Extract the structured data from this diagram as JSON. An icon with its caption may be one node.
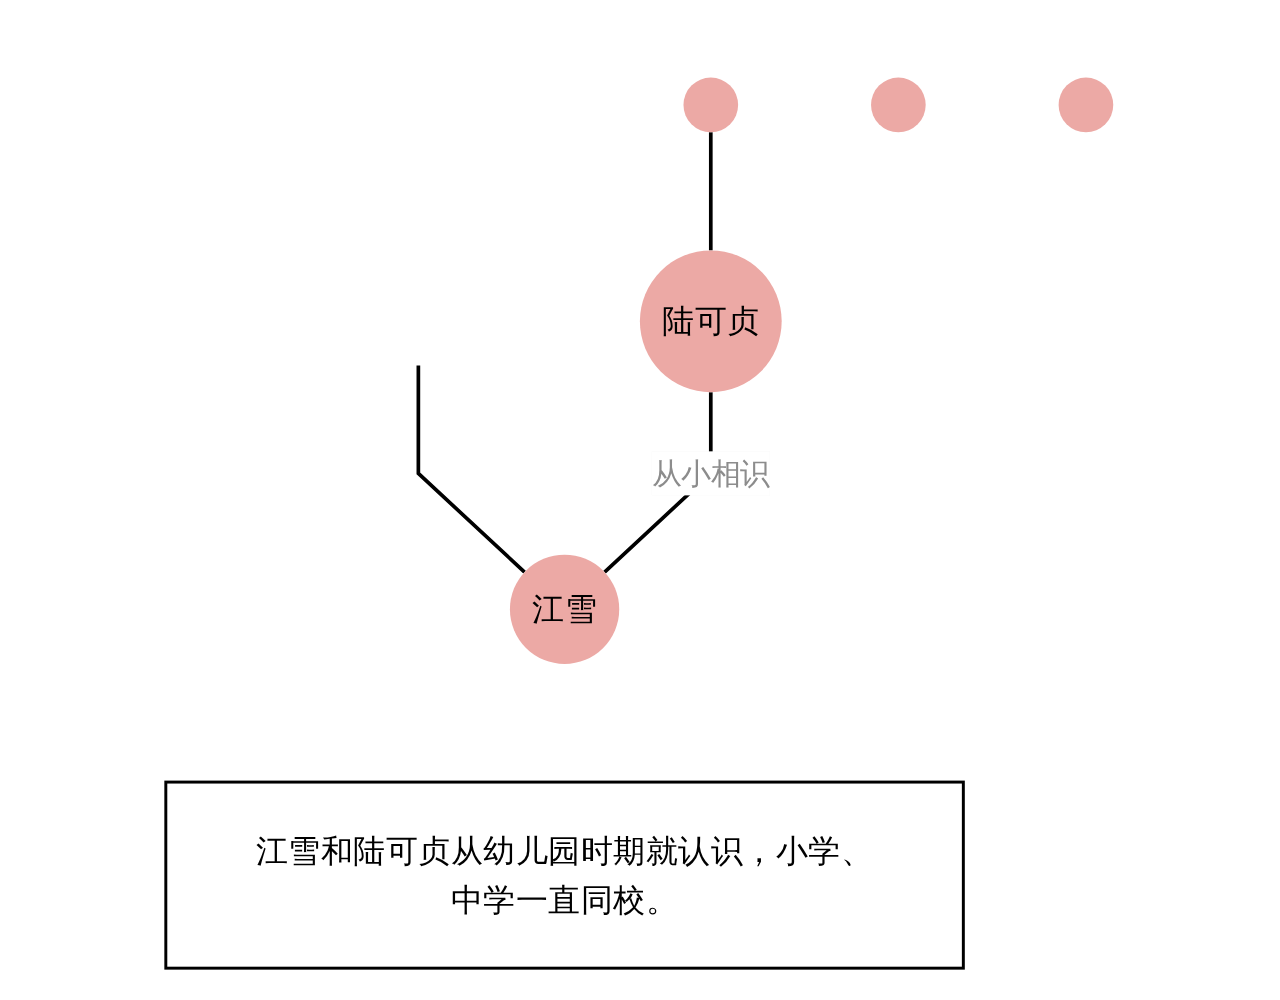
{
  "diagram": {
    "nodes": [
      {
        "text": [],
        "shape": "circle"
      },
      {
        "text": [],
        "shape": "circle"
      },
      {
        "text": [],
        "shape": "circle"
      },
      {
        "text": [
          "陆可贞"
        ]
      },
      {
        "text": [
          "江雪"
        ]
      },
      {
        "text": [
          "江雪和陆可贞从幼儿园时期就认识，小学、中学一直同校。"
        ]
      }
    ],
    "edges": [
      {
        "from": 0,
        "to": 3,
        "arrow": "none"
      },
      {
        "from": null,
        "to": 4,
        "arrow": "none"
      },
      {
        "from": 3,
        "to": 4,
        "label": "从小相识",
        "arrow": "none"
      }
    ]
  }
}
